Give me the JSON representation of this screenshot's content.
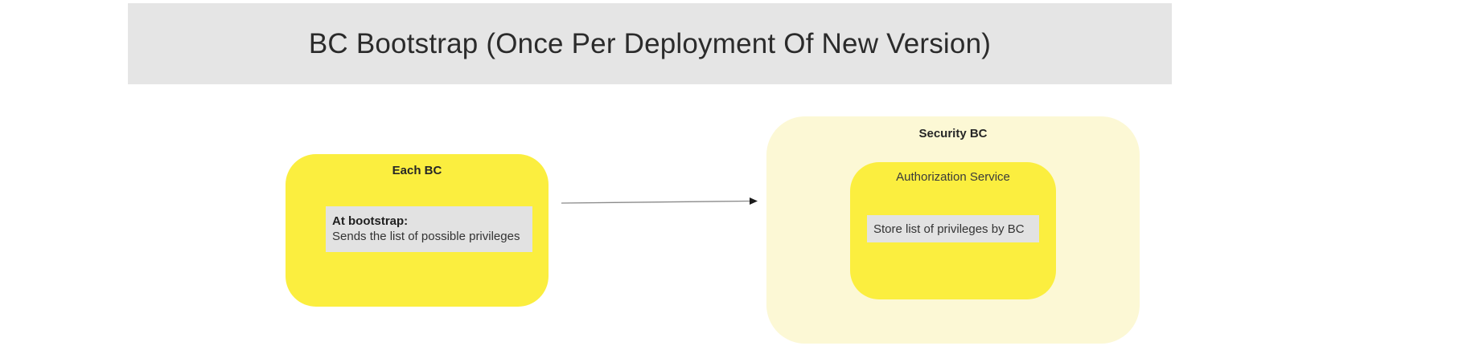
{
  "header": {
    "title": "BC Bootstrap (Once Per Deployment Of New Version)"
  },
  "each_bc": {
    "title": "Each BC",
    "note_title": "At bootstrap:",
    "note_body": "Sends the list of possible privileges"
  },
  "security_bc": {
    "title": "Security BC",
    "auth_service": {
      "title": "Authorization Service",
      "note": "Store list of privileges by BC"
    }
  },
  "connector": {
    "type": "arrow-right",
    "from": "each_bc",
    "to": "security_bc"
  },
  "colors": {
    "band_bg": "#e5e5e5",
    "bright_yellow": "#fbee3f",
    "pale_yellow": "#fcf8d5",
    "sticky_gray": "#e2e2e2",
    "text_dark": "#2b2b2b",
    "arrow_line": "#8a8a8a",
    "arrow_head": "#1c1c1c"
  }
}
